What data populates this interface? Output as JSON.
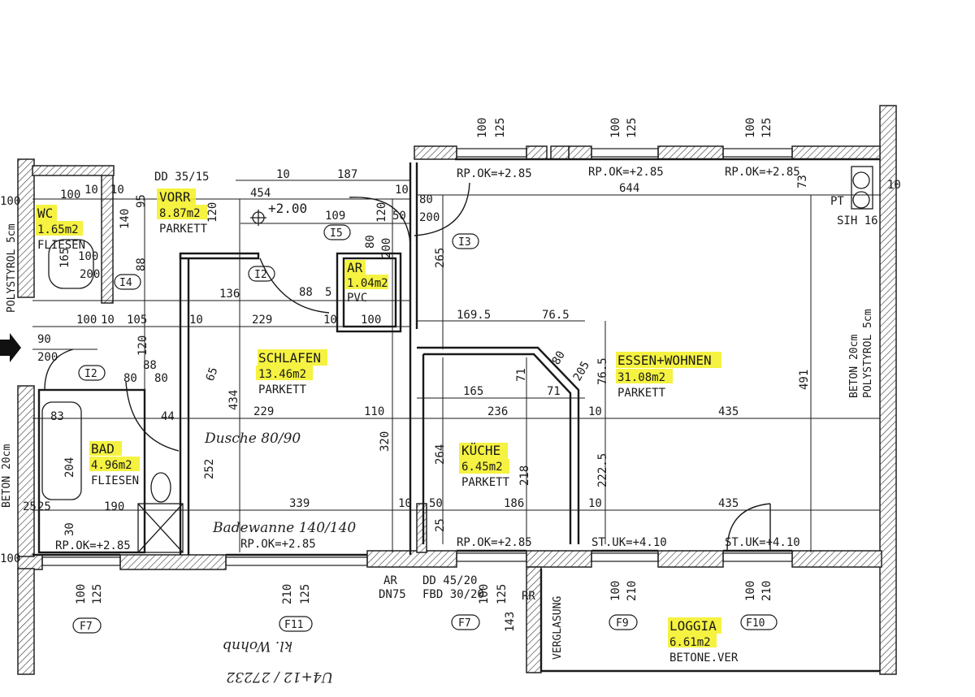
{
  "colors": {
    "highlight": "#f4f020",
    "ink": "#1a1a1a",
    "hatch": "#333333"
  },
  "rooms": {
    "wc": {
      "name": "WC",
      "area": "1.65m2",
      "floor": "FLIESEN"
    },
    "vorr": {
      "name": "VORR",
      "area": "8.87m2",
      "floor": "PARKETT"
    },
    "ar": {
      "name": "AR",
      "area": "1.04m2",
      "floor": "PVC"
    },
    "schlafen": {
      "name": "SCHLAFEN",
      "area": "13.46m2",
      "floor": "PARKETT"
    },
    "essen": {
      "name": "ESSEN+WOHNEN",
      "area": "31.08m2",
      "floor": "PARKETT"
    },
    "kueche": {
      "name": "KÜCHE",
      "area": "6.45m2",
      "floor": "PARKETT"
    },
    "bad": {
      "name": "BAD",
      "area": "4.96m2",
      "floor": "FLIESEN"
    },
    "loggia": {
      "name": "LOGGIA",
      "area": "6.61m2",
      "floor": "BETONE.VER"
    }
  },
  "markers": {
    "i2a": "I2",
    "i2b": "I2",
    "i3": "I3",
    "i4": "I4",
    "i5": "I5",
    "f7a": "F7",
    "f7b": "F7",
    "f9": "F9",
    "f10": "F10",
    "f11": "F11"
  },
  "levels": {
    "top1": "RP.OK=+2.85",
    "top2": "RP.OK=+2.85",
    "top3": "RP.OK=+2.85",
    "bot1": "RP.OK=+2.85",
    "bot2": "RP.OK=+2.85",
    "bot3": "RP.OK=+2.85",
    "st1": "ST.UK=+4.10",
    "st2": "ST.UK=+4.10",
    "hoehe": "+2.00"
  },
  "notes": {
    "dd_top": "DD 35/15",
    "dd_bottom": "DD 45/20",
    "fbd": "FBD 30/20",
    "ar_dn": "AR",
    "dn75": "DN75",
    "pt": "PT",
    "sih": "SIH 16",
    "verglasung": "VERGLASUNG",
    "beton_right": "BETON 20cm",
    "polystyrol_right": "POLYSTYROL 5cm",
    "polystyrol_left": "POLYSTYROL 5cm",
    "beton_left": "BETON 20cm",
    "rr": "RR",
    "dusche": "Dusche 80/90",
    "badewanne": "Badewanne 140/140",
    "hand1": "kl. Wohnb",
    "hand2": "U4+12 / 27232"
  },
  "dims": {
    "d454": "454",
    "d187": "187",
    "d10a": "10",
    "d644": "644",
    "d73": "73",
    "d10b": "10",
    "d80a": "80",
    "d200a": "200",
    "d109": "109",
    "d50a": "50",
    "d120a": "120",
    "d200b": "200",
    "d80b": "80",
    "d265": "265",
    "d140": "140",
    "d95": "95",
    "d100a": "100",
    "d200c": "200",
    "d165a": "165",
    "d88a": "88",
    "d120b": "120",
    "d136": "136",
    "d88b": "88",
    "d5": "5",
    "d80c": "80",
    "d10c": "10",
    "d229a": "229",
    "d100b": "100",
    "d10d": "10",
    "d105": "105",
    "d10e": "10",
    "d169": "169.5",
    "d765a": "76.5",
    "d10f": "10",
    "d90": "90",
    "d200d": "200",
    "d120c": "120",
    "d88c": "88",
    "d80d": "80",
    "d71a": "71",
    "d205": "205",
    "d80e": "80",
    "d765b": "76.5",
    "d165b": "165",
    "d71b": "71",
    "d434": "434",
    "d491": "491",
    "d83": "83",
    "d44": "44",
    "d229b": "229",
    "d110": "110",
    "d236": "236",
    "d10g": "10",
    "d435a": "435",
    "d320": "320",
    "d264": "264",
    "d218": "218",
    "d2225": "222.5",
    "d204": "204",
    "d190": "190",
    "d339": "339",
    "d10h": "10",
    "d50b": "50",
    "d186": "186",
    "d435b": "435",
    "d10i": "10",
    "d25a": "25",
    "d25b": "25",
    "d30": "30",
    "d100c": "100",
    "d25c": "25",
    "d100t1": "100",
    "d125t1": "125",
    "d100t2": "100",
    "d125t2": "125",
    "d100t3": "100",
    "d125t3": "125",
    "d100b1": "100",
    "d125b1": "125",
    "d210b2": "210",
    "d125b2": "125",
    "d100b3": "100",
    "d125b3": "125",
    "d143": "143",
    "d100b4": "100",
    "d210b4": "210",
    "d100b5": "100",
    "d210b5": "210",
    "d65": "65",
    "d252": "252",
    "d100l": "100",
    "d100l2": "100"
  }
}
